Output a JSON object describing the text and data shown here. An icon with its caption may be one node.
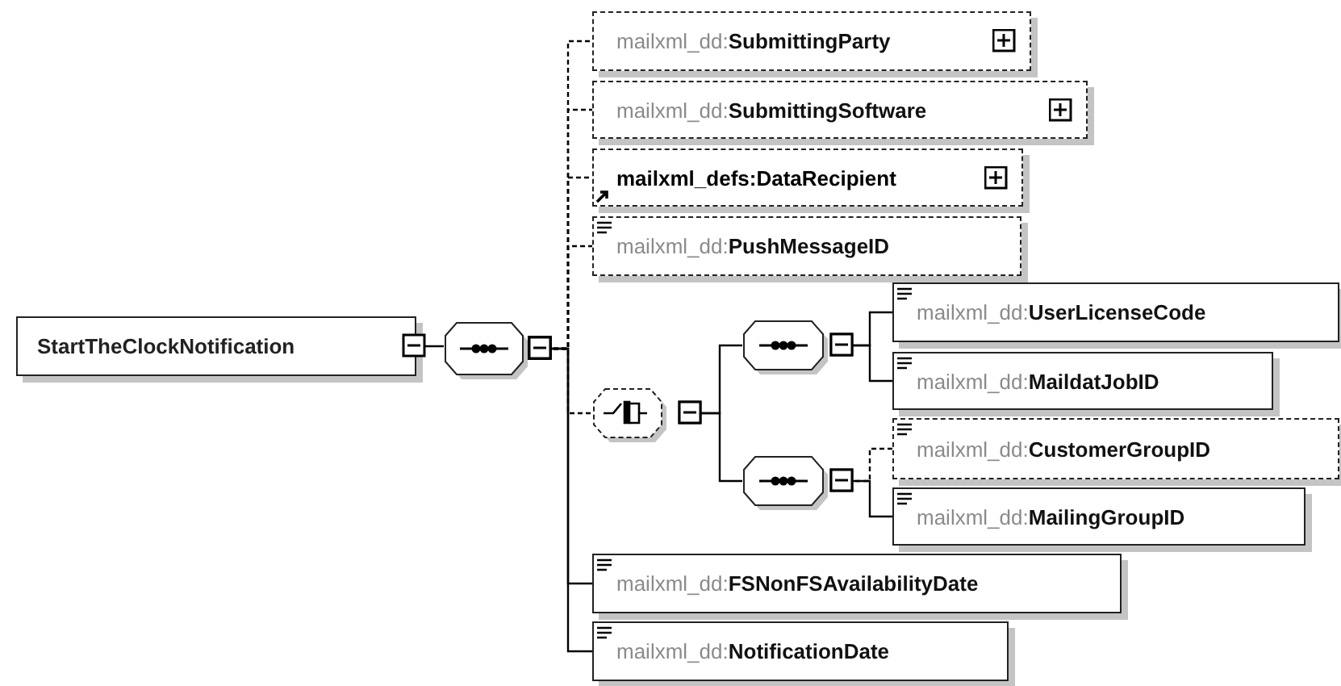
{
  "diagram": {
    "nodes": [
      {
        "text": [
          "StartTheClockNotification"
        ]
      },
      {
        "text": [],
        "shape": "octagon"
      },
      {
        "text": [
          "mailxml_dd:**SubmittingParty**"
        ]
      },
      {
        "text": [
          "mailxml_dd:**SubmittingSoftware**"
        ]
      },
      {
        "text": [
          "mailxml_defs:DataRecipient"
        ]
      },
      {
        "text": [
          "mailxml_dd:**PushMessageID**"
        ]
      },
      {
        "text": [],
        "shape": "octagon"
      },
      {
        "text": [],
        "shape": "octagon"
      },
      {
        "text": [
          "mailxml_dd:**UserLicenseCode**"
        ]
      },
      {
        "text": [
          "mailxml_dd:**MaildatJobID**"
        ]
      },
      {
        "text": [],
        "shape": "octagon"
      },
      {
        "text": [
          "mailxml_dd:**CustomerGroupID**"
        ]
      },
      {
        "text": [
          "mailxml_dd:**MailingGroupID**"
        ]
      },
      {
        "text": [
          "mailxml_dd:**FSNonFSAvailabilityDate**"
        ]
      },
      {
        "text": [
          "mailxml_dd:**NotificationDate**"
        ]
      }
    ],
    "edges": [
      {
        "from": 0,
        "to": 1,
        "arrow": "other"
      },
      {
        "from": 1,
        "to": 2,
        "arrow": "other",
        "style": "dashed"
      },
      {
        "from": 1,
        "to": 3,
        "arrow": "other",
        "style": "dashed"
      },
      {
        "from": 1,
        "to": 4,
        "arrow": "other",
        "style": "dashed"
      },
      {
        "from": 1,
        "to": 5,
        "arrow": "other",
        "style": "dashed"
      },
      {
        "from": 1,
        "to": 6,
        "arrow": "other",
        "style": "dashed"
      },
      {
        "from": 1,
        "to": 13,
        "arrow": "other"
      },
      {
        "from": 1,
        "to": 14,
        "arrow": "other"
      },
      {
        "from": 6,
        "to": 7,
        "arrow": "other"
      },
      {
        "from": 6,
        "to": 10,
        "arrow": "other"
      },
      {
        "from": 7,
        "to": 8,
        "arrow": "other"
      },
      {
        "from": 7,
        "to": 9,
        "arrow": "other"
      },
      {
        "from": 10,
        "to": 11,
        "arrow": "other",
        "style": "dashed"
      },
      {
        "from": 10,
        "to": 12,
        "arrow": "other"
      }
    ]
  }
}
